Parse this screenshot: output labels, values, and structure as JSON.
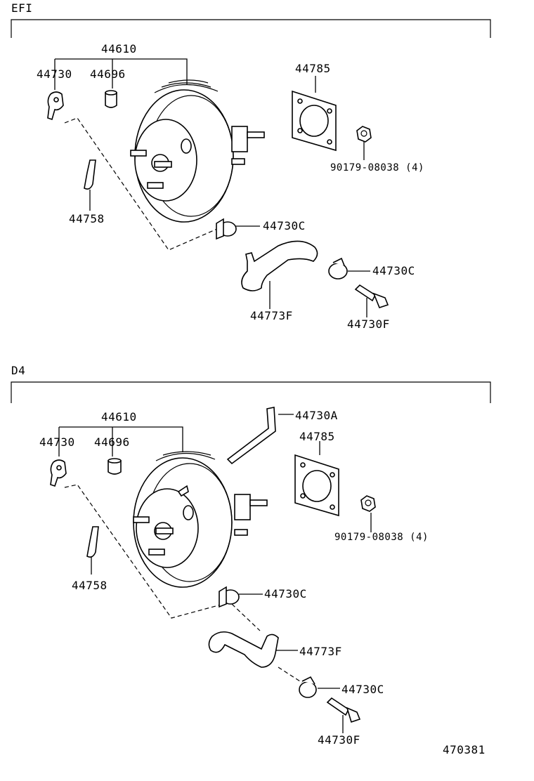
{
  "sections": [
    {
      "title": "EFI",
      "labels": {
        "booster_assy": "44610",
        "union": "44730",
        "grommet": "44696",
        "gasket": "44785",
        "nut": "90179-08038 (4)",
        "bracket": "44758",
        "clamp_upper": "44730C",
        "clamp_lower": "44730C",
        "hose": "44773F",
        "check_valve": "44730F"
      }
    },
    {
      "title": "D4",
      "labels": {
        "booster_assy": "44610",
        "union": "44730",
        "grommet": "44696",
        "pipe": "44730A",
        "gasket": "44785",
        "nut": "90179-08038 (4)",
        "bracket": "44758",
        "clamp_upper": "44730C",
        "hose": "44773F",
        "clamp_lower": "44730C",
        "check_valve": "44730F"
      }
    }
  ],
  "diagram_code": "470381"
}
